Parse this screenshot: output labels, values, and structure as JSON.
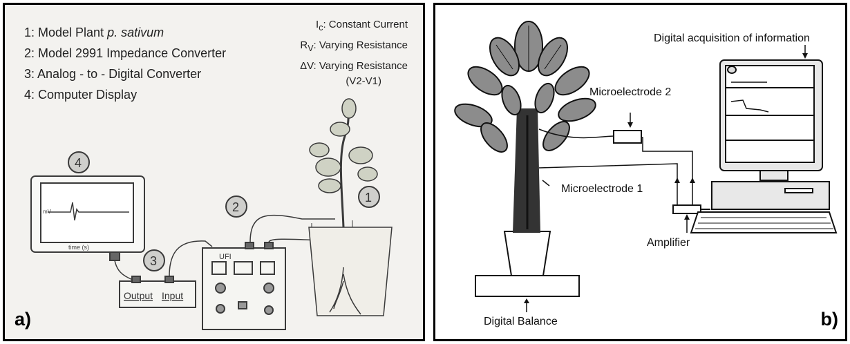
{
  "panel_a": {
    "tag": "a)",
    "legend": [
      {
        "prefix": "1: Model Plant ",
        "italic": "p. sativum"
      },
      {
        "prefix": "2: Model 2991 Impedance Converter",
        "italic": ""
      },
      {
        "prefix": "3: Analog - to - Digital Converter",
        "italic": ""
      },
      {
        "prefix": "4: Computer Display",
        "italic": ""
      }
    ],
    "symbols": [
      {
        "sym": "I",
        "sub": "c",
        "text": ": Constant Current"
      },
      {
        "sym": "R",
        "sub": "V",
        "text": ": Varying Resistance"
      },
      {
        "sym": "ΔV",
        "sub": "",
        "text": ": Varying Resistance"
      }
    ],
    "formula": "(V2-V1)",
    "numbers": [
      "4",
      "3",
      "2",
      "1"
    ],
    "box_output": "Output",
    "box_input": "Input",
    "device_label": "UFI",
    "monitor_xlabel": "time (s)",
    "monitor_ylabel": "mV"
  },
  "panel_b": {
    "tag": "b)",
    "labels": {
      "acquisition": "Digital acquisition of information",
      "microelectrode2": "Microelectrode 2",
      "microelectrode1": "Microelectrode 1",
      "amplifier": "Amplifier",
      "balance": "Digital Balance"
    }
  },
  "colors": {
    "sketch_bg": "#f3f2ef",
    "ink": "#3a3a3a",
    "leaf_gray": "#8c8c8c"
  }
}
